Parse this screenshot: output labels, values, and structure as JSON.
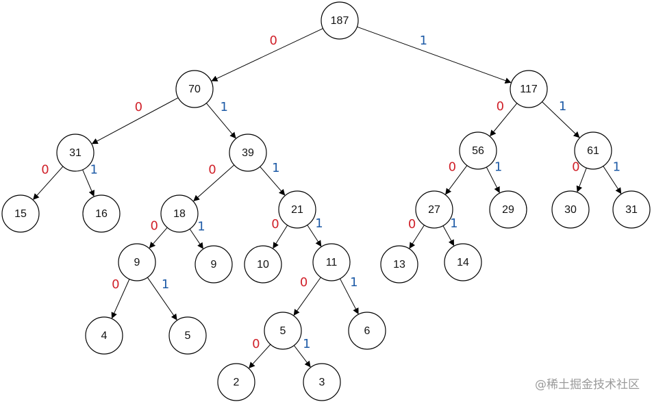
{
  "colors": {
    "zero_label": "#d0212a",
    "one_label": "#1d5aa6",
    "stroke": "#000000"
  },
  "watermark": "@稀土掘金技术社区",
  "nodes": [
    {
      "id": "n187",
      "label": "187"
    },
    {
      "id": "n70",
      "label": "70"
    },
    {
      "id": "n117",
      "label": "117"
    },
    {
      "id": "n31a",
      "label": "31"
    },
    {
      "id": "n39",
      "label": "39"
    },
    {
      "id": "n56",
      "label": "56"
    },
    {
      "id": "n61",
      "label": "61"
    },
    {
      "id": "n15",
      "label": "15"
    },
    {
      "id": "n16",
      "label": "16"
    },
    {
      "id": "n18",
      "label": "18"
    },
    {
      "id": "n21",
      "label": "21"
    },
    {
      "id": "n27",
      "label": "27"
    },
    {
      "id": "n29",
      "label": "29"
    },
    {
      "id": "n30",
      "label": "30"
    },
    {
      "id": "n31b",
      "label": "31"
    },
    {
      "id": "n9a",
      "label": "9"
    },
    {
      "id": "n9b",
      "label": "9"
    },
    {
      "id": "n10",
      "label": "10"
    },
    {
      "id": "n11",
      "label": "11"
    },
    {
      "id": "n13",
      "label": "13"
    },
    {
      "id": "n14",
      "label": "14"
    },
    {
      "id": "n4",
      "label": "4"
    },
    {
      "id": "n5a",
      "label": "5"
    },
    {
      "id": "n5b",
      "label": "5"
    },
    {
      "id": "n6",
      "label": "6"
    },
    {
      "id": "n2",
      "label": "2"
    },
    {
      "id": "n3",
      "label": "3"
    }
  ],
  "edges": [
    {
      "from": "n187",
      "to": "n70",
      "label": "0"
    },
    {
      "from": "n187",
      "to": "n117",
      "label": "1"
    },
    {
      "from": "n70",
      "to": "n31a",
      "label": "0"
    },
    {
      "from": "n70",
      "to": "n39",
      "label": "1"
    },
    {
      "from": "n117",
      "to": "n56",
      "label": "0"
    },
    {
      "from": "n117",
      "to": "n61",
      "label": "1"
    },
    {
      "from": "n31a",
      "to": "n15",
      "label": "0"
    },
    {
      "from": "n31a",
      "to": "n16",
      "label": "1"
    },
    {
      "from": "n39",
      "to": "n18",
      "label": "0"
    },
    {
      "from": "n39",
      "to": "n21",
      "label": "1"
    },
    {
      "from": "n56",
      "to": "n27",
      "label": "0"
    },
    {
      "from": "n56",
      "to": "n29",
      "label": "1"
    },
    {
      "from": "n61",
      "to": "n30",
      "label": "0"
    },
    {
      "from": "n61",
      "to": "n31b",
      "label": "1"
    },
    {
      "from": "n18",
      "to": "n9a",
      "label": "0"
    },
    {
      "from": "n18",
      "to": "n9b",
      "label": "1"
    },
    {
      "from": "n21",
      "to": "n10",
      "label": "0"
    },
    {
      "from": "n21",
      "to": "n11",
      "label": "1"
    },
    {
      "from": "n27",
      "to": "n13",
      "label": "0"
    },
    {
      "from": "n27",
      "to": "n14",
      "label": "1"
    },
    {
      "from": "n9a",
      "to": "n4",
      "label": "0"
    },
    {
      "from": "n9a",
      "to": "n5a",
      "label": "1"
    },
    {
      "from": "n11",
      "to": "n5b",
      "label": "0"
    },
    {
      "from": "n11",
      "to": "n6",
      "label": "1"
    },
    {
      "from": "n5b",
      "to": "n2",
      "label": "0"
    },
    {
      "from": "n5b",
      "to": "n3",
      "label": "1"
    }
  ]
}
